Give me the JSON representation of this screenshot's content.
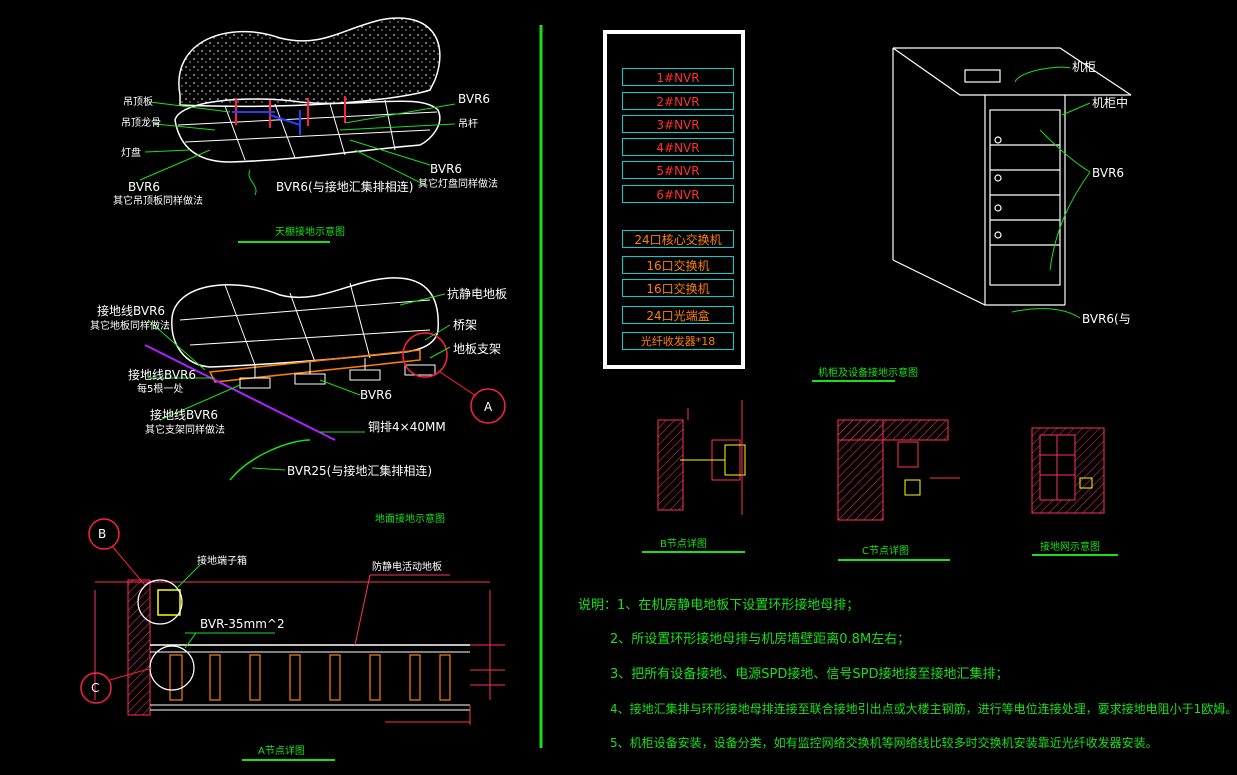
{
  "ceiling": {
    "labels": [
      "吊顶板",
      "吊顶龙骨",
      "灯盘",
      "BVR6",
      "其它吊顶板同样做法",
      "BVR6",
      "吊杆",
      "BVR6",
      "其它灯盘同样做法",
      "BVR6(与接地汇集排相连)"
    ],
    "caption": "天棚接地示意图"
  },
  "floor": {
    "labels": [
      "接地线BVR6",
      "其它地板同样做法",
      "接地线BVR6",
      "每5根一处",
      "接地线BVR6",
      "其它支架同样做法",
      "BVR6",
      "抗静电地板",
      "桥架",
      "地板支架",
      "铜排4×40MM",
      "BVR25(与接地汇集排相连)"
    ],
    "callout_a": "A",
    "caption": "地面接地示意图"
  },
  "detail_a": {
    "callout_b": "B",
    "callout_c": "C",
    "labels": [
      "接地端子箱",
      "防静电活动地板",
      "BVR-35mm^2"
    ],
    "caption": "A节点详图"
  },
  "rack": {
    "items": [
      "1#NVR",
      "2#NVR",
      "3#NVR",
      "4#NVR",
      "5#NVR",
      "6#NVR",
      "24口核心交换机",
      "16口交换机",
      "16口交换机",
      "24口光端盒",
      "光纤收发器*18"
    ]
  },
  "cabinet": {
    "labels": [
      "机柜",
      "机柜中",
      "BVR6",
      "BVR6(与"
    ],
    "caption": "机柜及设备接地示意图"
  },
  "details": {
    "b_caption": "B节点详图",
    "c_caption": "C节点详图",
    "grid_caption": "接地网示意图"
  },
  "notes": [
    "说明：1、在机房静电地板下设置环形接地母排；",
    "2、所设置环形接地母排与机房墙壁距离0.8M左右；",
    "3、把所有设备接地、电源SPD接地、信号SPD接地接至接地汇集排；",
    "4、接地汇集排与环形接地母排连接至联合接地引出点或大楼主钢筋，进行等电位连接处理，要求接地电阻小于1欧姆。",
    "5、机柜设备安装，设备分类，如有监控网络交换机等网络线比较多时交换机安装靠近光纤收发器安装。"
  ],
  "colors": {
    "background": "#000000",
    "line": "#ffffff",
    "leader": "#18e018",
    "red": "#ff2040",
    "cyan": "#00d0d0",
    "magenta": "#ff30ff",
    "yellow": "#ffff00"
  }
}
